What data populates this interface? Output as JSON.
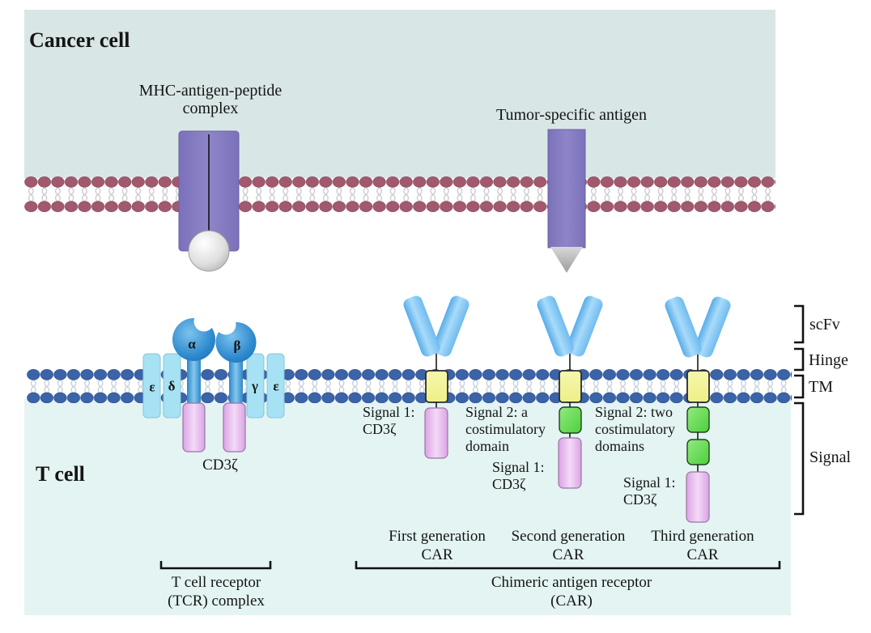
{
  "cancer_cell": {
    "label": "Cancer cell",
    "mhc_label": "MHC-antigen-peptide\ncomplex",
    "antigen_label": "Tumor-specific antigen"
  },
  "t_cell": {
    "label": "T cell"
  },
  "tcr": {
    "alpha": "α",
    "beta": "β",
    "epsilon_left": "ε",
    "delta": "δ",
    "gamma": "γ",
    "epsilon_right": "ε",
    "cd3z": "CD3ζ",
    "bracket_label": "T cell receptor\n(TCR) complex"
  },
  "cars": {
    "first": {
      "name": "First generation\nCAR",
      "signal1": "Signal 1:\nCD3ζ"
    },
    "second": {
      "name": "Second generation\nCAR",
      "signal2": "Signal 2: a\ncostimulatory\ndomain",
      "signal1": "Signal 1:\nCD3ζ"
    },
    "third": {
      "name": "Third generation\nCAR",
      "signal2": "Signal 2: two\ncostimulatory\ndomains",
      "signal1": "Signal 1:\nCD3ζ"
    },
    "bracket_label": "Chimeric antigen receptor\n(CAR)"
  },
  "domain_labels": {
    "scfv": "scFv",
    "hinge": "Hinge",
    "tm": "TM",
    "signal": "Signal"
  },
  "colors": {
    "cancer_cell_bg": "#d9e6e6",
    "t_cell_bg": "#e3f4f2",
    "cancer_membrane_lipid": "#a2596e",
    "t_membrane_lipid": "#3b63a7",
    "receptor_purple": "#8379bf",
    "scfv_blue": "#6fbbf0",
    "tcr_blue": "#2b87cc",
    "cd3_subunit_cyan": "#a6e2f3",
    "tm_yellow": "#f2f49b",
    "costimulatory_green": "#5bd84a",
    "cd3z_pink": "#e9c0f0"
  }
}
